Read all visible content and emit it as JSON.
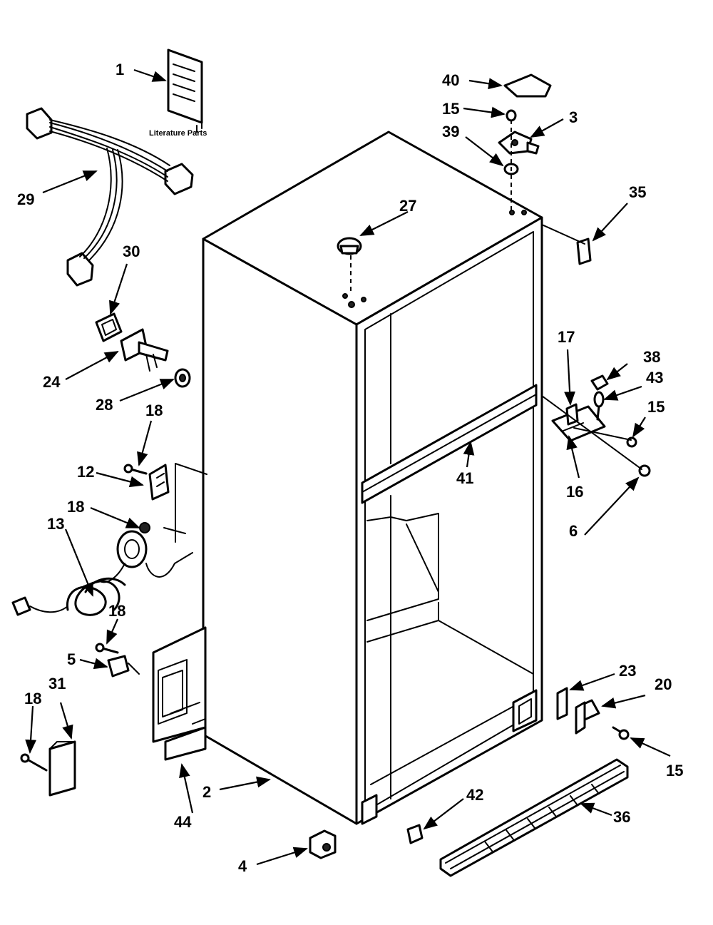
{
  "literature_label": "Literature Parts",
  "callouts": {
    "c1": "1",
    "c2": "2",
    "c3": "3",
    "c4": "4",
    "c5": "5",
    "c6": "6",
    "c12": "12",
    "c13": "13",
    "c15a": "15",
    "c15b": "15",
    "c15c": "15",
    "c16": "16",
    "c17": "17",
    "c18a": "18",
    "c18b": "18",
    "c18c": "18",
    "c18d": "18",
    "c20": "20",
    "c23": "23",
    "c24": "24",
    "c27": "27",
    "c28": "28",
    "c29": "29",
    "c30": "30",
    "c31": "31",
    "c35": "35",
    "c36": "36",
    "c38": "38",
    "c39": "39",
    "c40": "40",
    "c41": "41",
    "c42": "42",
    "c43": "43",
    "c44": "44"
  }
}
